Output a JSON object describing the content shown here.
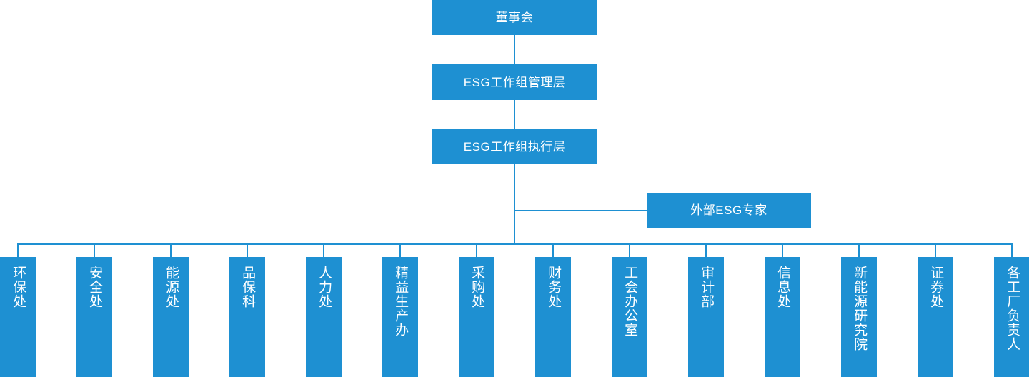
{
  "diagram": {
    "title_chain": {
      "board": "董事会",
      "management": "ESG工作组管理层",
      "execution": "ESG工作组执行层",
      "advisor": "外部ESG专家"
    },
    "colors": {
      "box_fill": "#1E90D2",
      "box_text": "#FFFFFF",
      "connector": "#1E90D2",
      "background": "#FFFFFF"
    },
    "levels": [
      {
        "level": 1,
        "label": "董事会"
      },
      {
        "level": 2,
        "label": "ESG工作组管理层"
      },
      {
        "level": 3,
        "label": "ESG工作组执行层"
      },
      {
        "level": 3,
        "label": "外部ESG专家",
        "role": "side-advisor"
      }
    ],
    "departments": [
      {
        "index": 1,
        "label": "环保处"
      },
      {
        "index": 2,
        "label": "安全处"
      },
      {
        "index": 3,
        "label": "能源处"
      },
      {
        "index": 4,
        "label": "品保科"
      },
      {
        "index": 5,
        "label": "人力处"
      },
      {
        "index": 6,
        "label": "精益生产办"
      },
      {
        "index": 7,
        "label": "采购处"
      },
      {
        "index": 8,
        "label": "财务处"
      },
      {
        "index": 9,
        "label": "工会办公室"
      },
      {
        "index": 10,
        "label": "审计部"
      },
      {
        "index": 11,
        "label": "信息处"
      },
      {
        "index": 12,
        "label": "新能源研究院"
      },
      {
        "index": 13,
        "label": "证券处"
      },
      {
        "index": 14,
        "label": "各工厂负责人"
      }
    ]
  }
}
